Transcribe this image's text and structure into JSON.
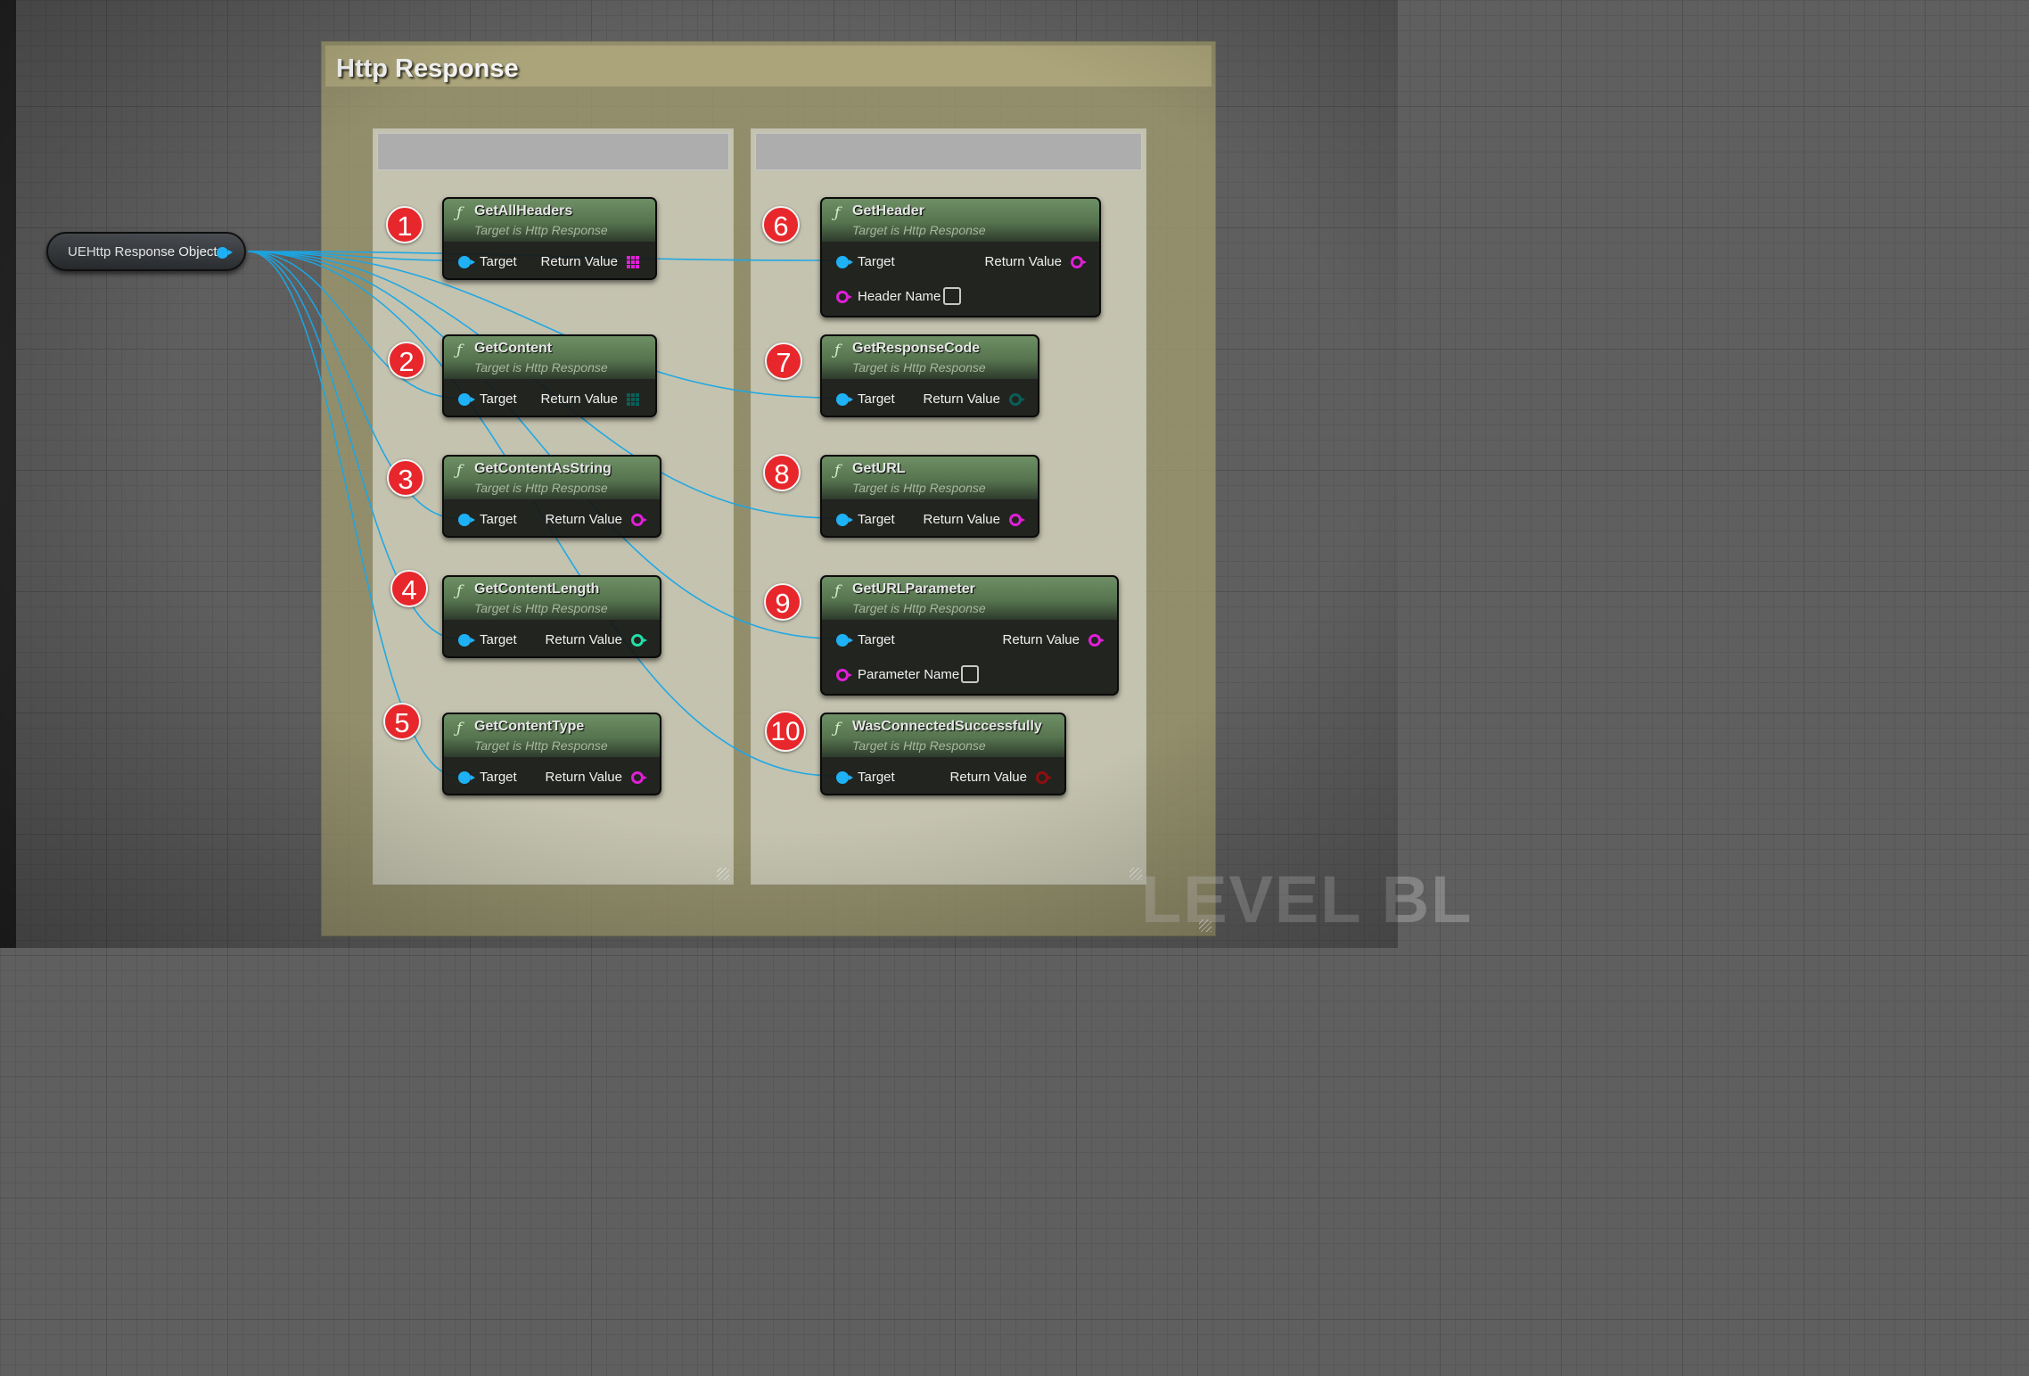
{
  "comment": {
    "title": "Http Response"
  },
  "variable_node": {
    "label": "UEHttp Response Object"
  },
  "colors": {
    "object_pin": "#1eb1f5",
    "string_pin": "#e01fd8",
    "int_pin": "#1fe0a6",
    "byte_pin": "#0a5f58",
    "bool_pin": "#8f0f0f",
    "wire": "#1aa7e6",
    "badge": "#e7272b"
  },
  "nodes": [
    {
      "badge": "1",
      "title": "GetAllHeaders",
      "subtitle": "Target is Http Response",
      "target_label": "Target",
      "return_label": "Return Value",
      "return_icon": "string-array-pin-icon"
    },
    {
      "badge": "2",
      "title": "GetContent",
      "subtitle": "Target is Http Response",
      "target_label": "Target",
      "return_label": "Return Value",
      "return_icon": "byte-array-pin-icon"
    },
    {
      "badge": "3",
      "title": "GetContentAsString",
      "subtitle": "Target is Http Response",
      "target_label": "Target",
      "return_label": "Return Value",
      "return_icon": "string-pin-icon"
    },
    {
      "badge": "4",
      "title": "GetContentLength",
      "subtitle": "Target is Http Response",
      "target_label": "Target",
      "return_label": "Return Value",
      "return_icon": "integer-pin-icon"
    },
    {
      "badge": "5",
      "title": "GetContentType",
      "subtitle": "Target is Http Response",
      "target_label": "Target",
      "return_label": "Return Value",
      "return_icon": "string-pin-icon"
    },
    {
      "badge": "6",
      "title": "GetHeader",
      "subtitle": "Target is Http Response",
      "target_label": "Target",
      "return_label": "Return Value",
      "return_icon": "string-pin-icon",
      "param_label": "Header Name"
    },
    {
      "badge": "7",
      "title": "GetResponseCode",
      "subtitle": "Target is Http Response",
      "target_label": "Target",
      "return_label": "Return Value",
      "return_icon": "byte-pin-icon"
    },
    {
      "badge": "8",
      "title": "GetURL",
      "subtitle": "Target is Http Response",
      "target_label": "Target",
      "return_label": "Return Value",
      "return_icon": "string-pin-icon"
    },
    {
      "badge": "9",
      "title": "GetURLParameter",
      "subtitle": "Target is Http Response",
      "target_label": "Target",
      "return_label": "Return Value",
      "return_icon": "string-pin-icon",
      "param_label": "Parameter Name"
    },
    {
      "badge": "10",
      "title": "WasConnectedSuccessfully",
      "subtitle": "Target is Http Response",
      "target_label": "Target",
      "return_label": "Return Value",
      "return_icon": "boolean-pin-icon"
    }
  ],
  "watermark": "LEVEL BL"
}
